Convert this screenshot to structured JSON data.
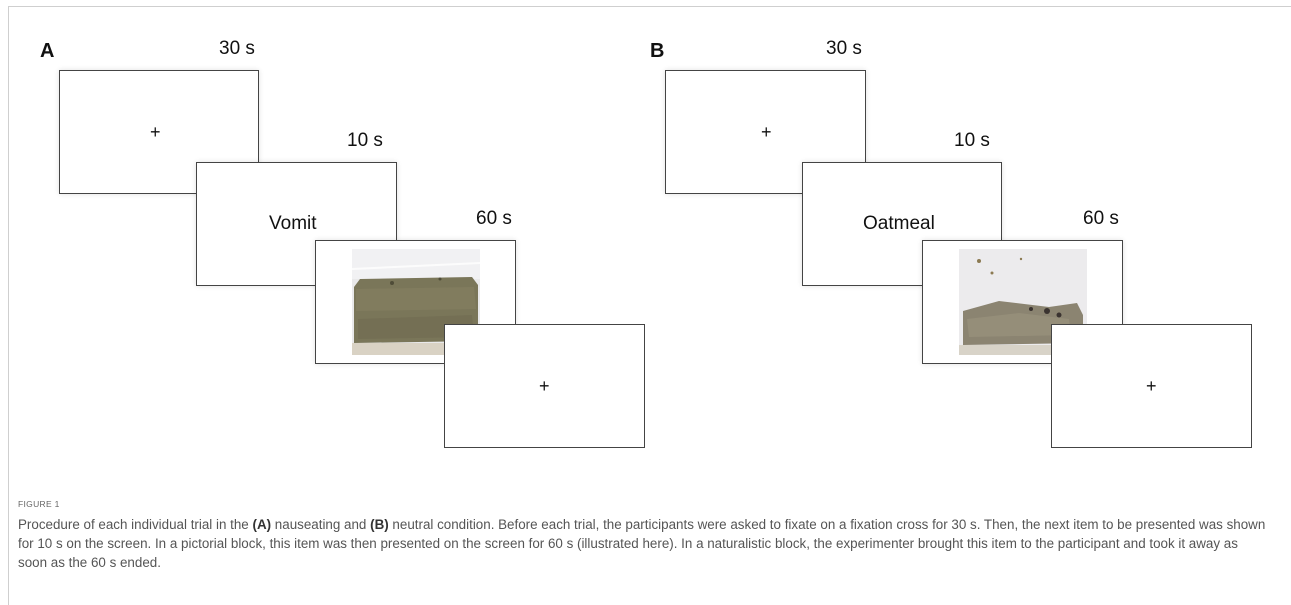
{
  "figure": {
    "panel_a": {
      "letter": "A",
      "times": [
        "30 s",
        "10 s",
        "60 s"
      ],
      "fixation_symbol": "+",
      "item_word": "Vomit",
      "photo_icon": "bag-of-vomit-photo-icon"
    },
    "panel_b": {
      "letter": "B",
      "times": [
        "30 s",
        "10 s",
        "60 s"
      ],
      "fixation_symbol": "+",
      "item_word": "Oatmeal",
      "photo_icon": "bag-of-oatmeal-photo-icon"
    }
  },
  "caption": {
    "label": "FIGURE 1",
    "part1": "Procedure of each individual trial in the ",
    "bold_a": "(A)",
    "part2": " nauseating and ",
    "bold_b": "(B)",
    "part3": " neutral condition. Before each trial, the participants were asked to fixate on a fixation cross for 30 s. Then, the next item to be presented was shown for 10 s on the screen. In a pictorial block, this item was then presented on the screen for 60 s (illustrated here). In a naturalistic block, the experimenter brought this item to the participant and took it away as soon as the 60 s ended."
  },
  "colors": {
    "caption_text": "#555555",
    "border": "#444444",
    "vomit_content": "#7d7a5e",
    "oatmeal_content": "#8a8472"
  }
}
